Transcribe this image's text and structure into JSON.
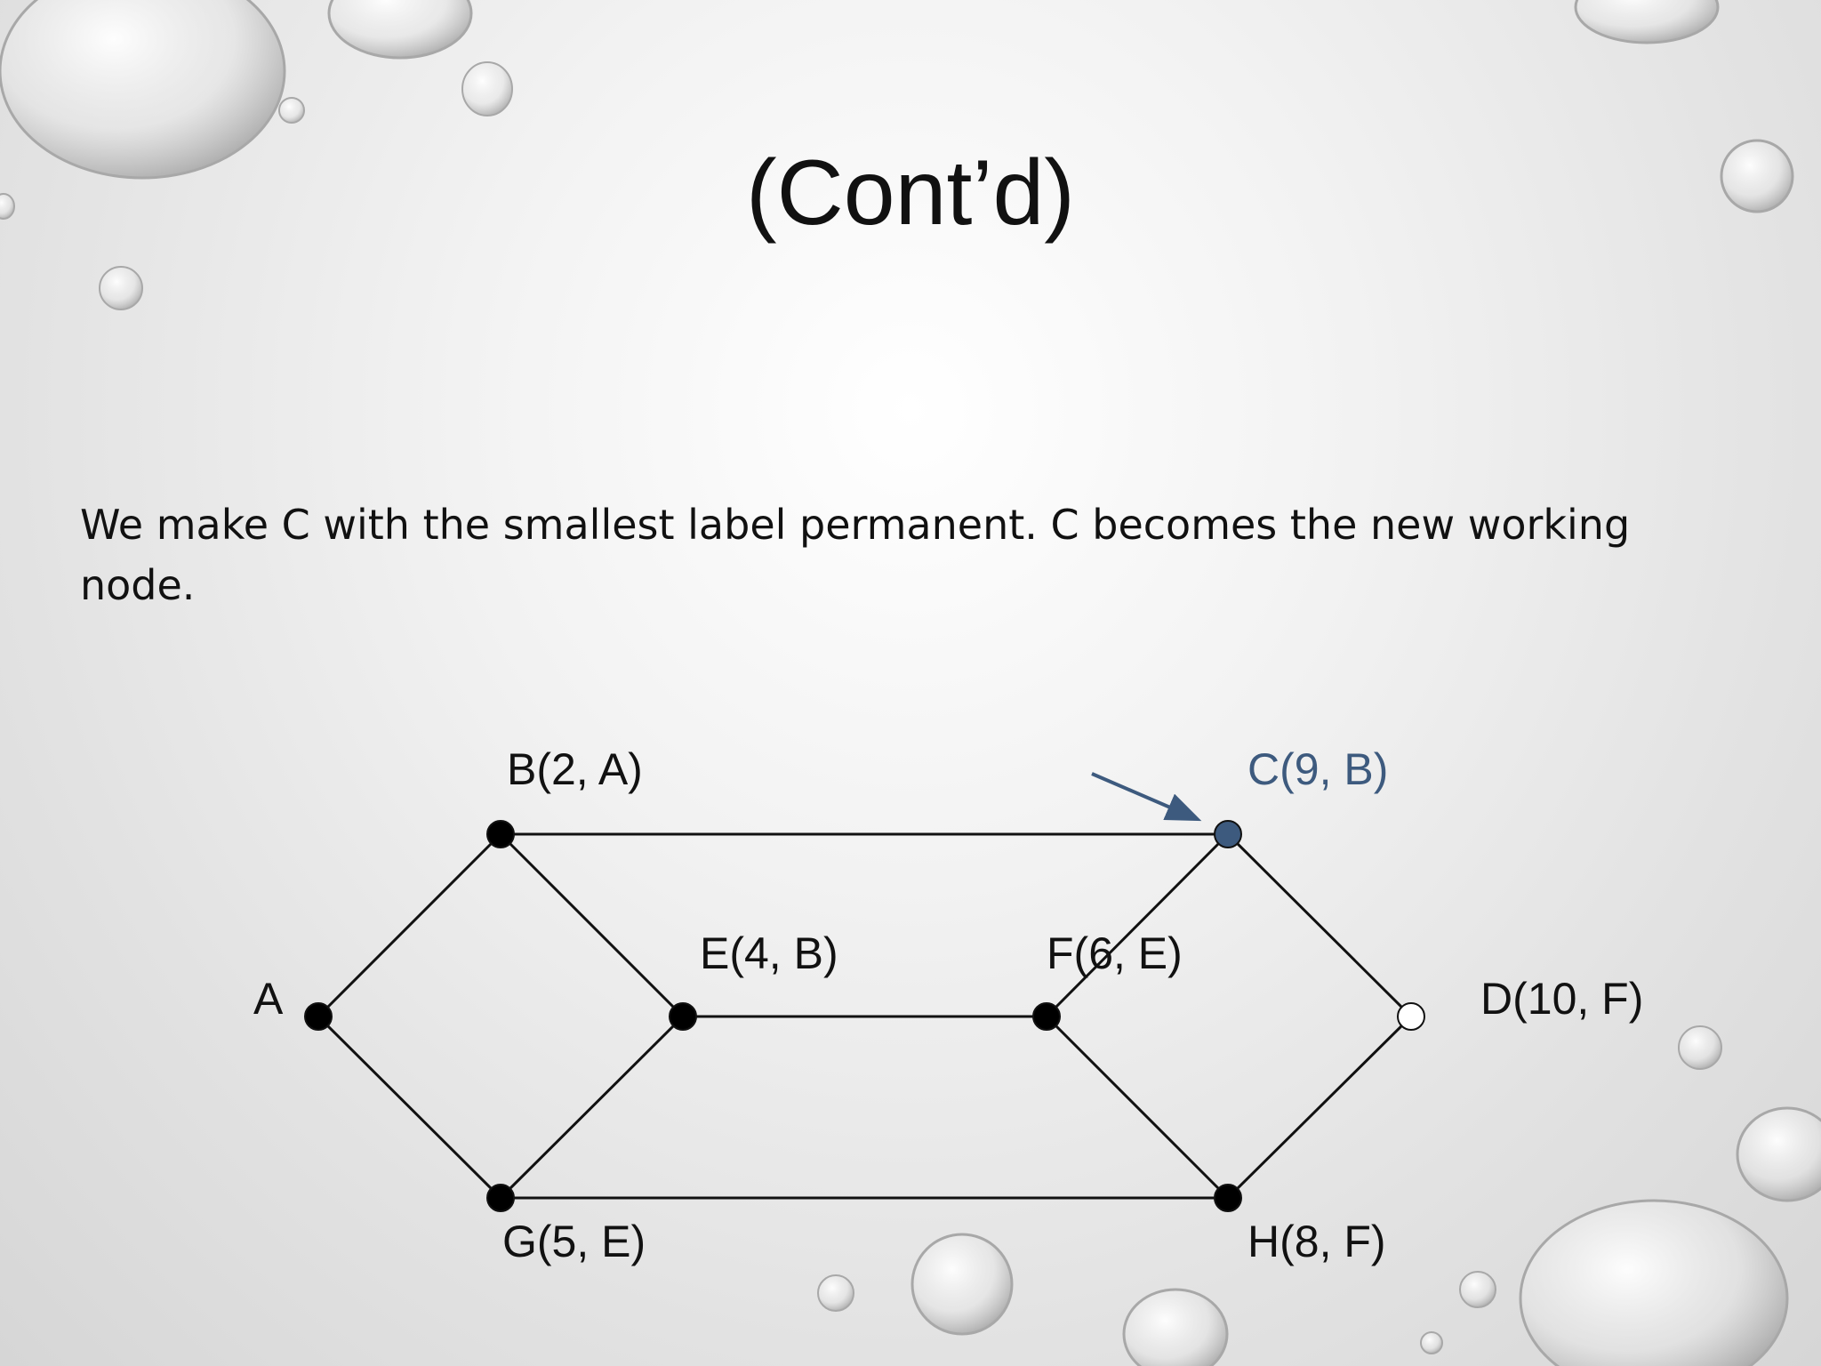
{
  "slide": {
    "title": "(Cont’d)",
    "body": "We make C with the smallest label  permanent. C becomes the new working node."
  },
  "graph": {
    "nodes": [
      {
        "id": "A",
        "label": "A",
        "state": "permanent"
      },
      {
        "id": "B",
        "label": "B(2, A)",
        "state": "permanent"
      },
      {
        "id": "C",
        "label": "C(9, B)",
        "state": "working"
      },
      {
        "id": "D",
        "label": "D(10, F)",
        "state": "tentative"
      },
      {
        "id": "E",
        "label": "E(4, B)",
        "state": "permanent"
      },
      {
        "id": "F",
        "label": "F(6, E)",
        "state": "permanent"
      },
      {
        "id": "G",
        "label": "G(5, E)",
        "state": "permanent"
      },
      {
        "id": "H",
        "label": "H(8, F)",
        "state": "permanent"
      }
    ],
    "edges": [
      [
        "A",
        "B"
      ],
      [
        "A",
        "G"
      ],
      [
        "B",
        "E"
      ],
      [
        "B",
        "C"
      ],
      [
        "E",
        "G"
      ],
      [
        "E",
        "F"
      ],
      [
        "F",
        "C"
      ],
      [
        "F",
        "H"
      ],
      [
        "G",
        "H"
      ],
      [
        "C",
        "D"
      ],
      [
        "D",
        "H"
      ]
    ],
    "pointer_target": "C",
    "colors": {
      "permanent": "#000000",
      "working": "#3d5a7e",
      "tentative": "#ffffff",
      "edge": "#111111",
      "highlight_label": "#3d5a7e"
    }
  }
}
